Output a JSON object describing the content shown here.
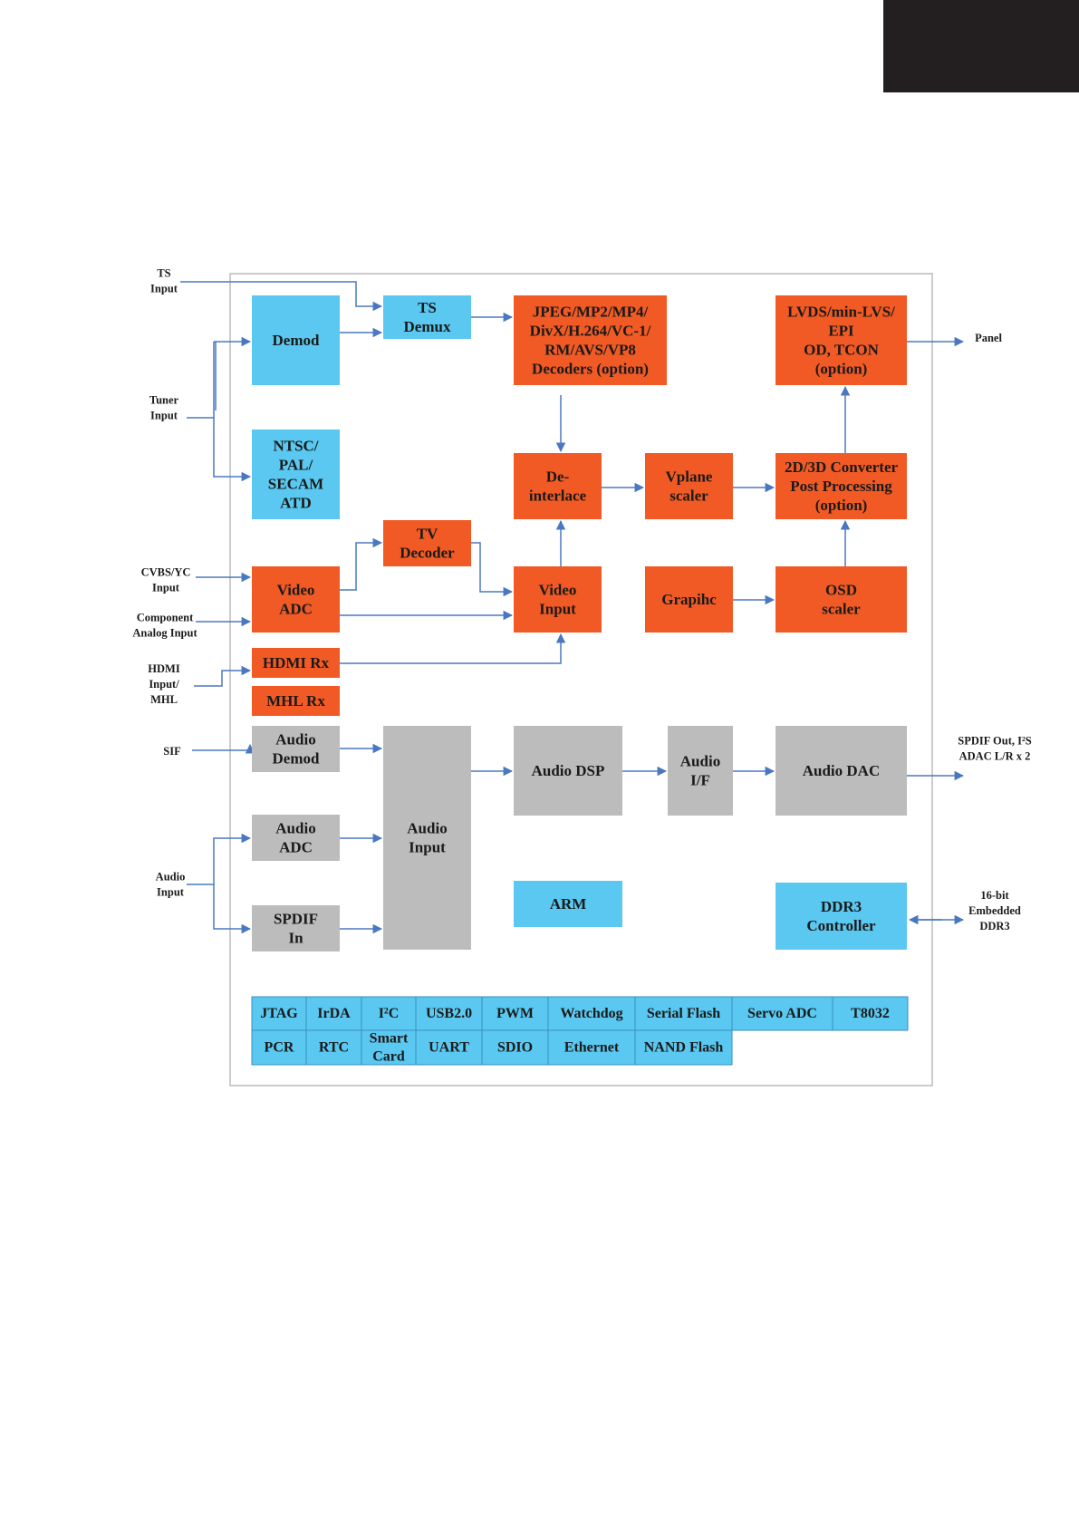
{
  "colors": {
    "blue_block": "#5ac8f0",
    "orange_block": "#f15a24",
    "gray_block": "#bcbcbc",
    "connector": "#4a78c0",
    "frame": "#bbbbbb",
    "corner_tab": "#231f20"
  },
  "blocks": [
    {
      "id": "demod",
      "color": "blue",
      "lines": [
        "Demod"
      ]
    },
    {
      "id": "ts-demux",
      "color": "blue",
      "lines": [
        "TS",
        "Demux"
      ]
    },
    {
      "id": "decoders",
      "color": "orange",
      "lines": [
        "JPEG/MP2/MP4/",
        "DivX/H.264/VC-1/",
        "RM/AVS/VP8",
        "Decoders (option)"
      ]
    },
    {
      "id": "lvds",
      "color": "orange",
      "lines": [
        "LVDS/min-LVS/",
        "EPI",
        "OD, TCON",
        "(option)"
      ]
    },
    {
      "id": "ntsc",
      "color": "blue",
      "lines": [
        "NTSC/",
        "PAL/",
        "SECAM",
        "ATD"
      ]
    },
    {
      "id": "deinterlace",
      "color": "orange",
      "lines": [
        "De-",
        "interlace"
      ]
    },
    {
      "id": "vplane",
      "color": "orange",
      "lines": [
        "Vplane",
        "scaler"
      ]
    },
    {
      "id": "converter",
      "color": "orange",
      "lines": [
        "2D/3D Converter",
        "Post Processing",
        "(option)"
      ]
    },
    {
      "id": "tv-decoder",
      "color": "orange",
      "lines": [
        "TV",
        "Decoder"
      ]
    },
    {
      "id": "video-adc",
      "color": "orange",
      "lines": [
        "Video",
        "ADC"
      ]
    },
    {
      "id": "video-input",
      "color": "orange",
      "lines": [
        "Video",
        "Input"
      ]
    },
    {
      "id": "graphic",
      "color": "orange",
      "lines": [
        "Grapihc"
      ]
    },
    {
      "id": "osd",
      "color": "orange",
      "lines": [
        "OSD",
        "scaler"
      ]
    },
    {
      "id": "hdmi-rx",
      "color": "orange",
      "lines": [
        "HDMI Rx"
      ]
    },
    {
      "id": "mhl-rx",
      "color": "orange",
      "lines": [
        "MHL Rx"
      ]
    },
    {
      "id": "audio-demod",
      "color": "gray",
      "lines": [
        "Audio",
        "Demod"
      ]
    },
    {
      "id": "audio-input",
      "color": "gray",
      "lines": [
        "Audio",
        "Input"
      ]
    },
    {
      "id": "audio-dsp",
      "color": "gray",
      "lines": [
        "Audio DSP"
      ]
    },
    {
      "id": "audio-if",
      "color": "gray",
      "lines": [
        "Audio",
        "I/F"
      ]
    },
    {
      "id": "audio-dac",
      "color": "gray",
      "lines": [
        "Audio DAC"
      ]
    },
    {
      "id": "audio-adc",
      "color": "gray",
      "lines": [
        "Audio",
        "ADC"
      ]
    },
    {
      "id": "spdif-in",
      "color": "gray",
      "lines": [
        "SPDIF",
        "In"
      ]
    },
    {
      "id": "arm",
      "color": "blue",
      "lines": [
        "ARM"
      ]
    },
    {
      "id": "ddr3-controller",
      "color": "blue",
      "lines": [
        "DDR3",
        "Controller"
      ]
    }
  ],
  "peripherals": [
    {
      "id": "jtag",
      "lines": [
        "JTAG"
      ]
    },
    {
      "id": "irda",
      "lines": [
        "IrDA"
      ]
    },
    {
      "id": "i2c",
      "lines": [
        "I²C"
      ]
    },
    {
      "id": "usb",
      "lines": [
        "USB2.0"
      ]
    },
    {
      "id": "pwm",
      "lines": [
        "PWM"
      ]
    },
    {
      "id": "watchdog",
      "lines": [
        "Watchdog"
      ]
    },
    {
      "id": "serial-flash",
      "lines": [
        "Serial Flash"
      ]
    },
    {
      "id": "servo-adc",
      "lines": [
        "Servo ADC"
      ]
    },
    {
      "id": "t8032",
      "lines": [
        "T8032"
      ]
    },
    {
      "id": "pcr",
      "lines": [
        "PCR"
      ]
    },
    {
      "id": "rtc",
      "lines": [
        "RTC"
      ]
    },
    {
      "id": "smart-card",
      "lines": [
        "Smart",
        "Card"
      ]
    },
    {
      "id": "uart",
      "lines": [
        "UART"
      ]
    },
    {
      "id": "sdio",
      "lines": [
        "SDIO"
      ]
    },
    {
      "id": "ethernet",
      "lines": [
        "Ethernet"
      ]
    },
    {
      "id": "nand-flash",
      "lines": [
        "NAND Flash"
      ]
    }
  ],
  "external_labels": [
    {
      "id": "ts-input",
      "lines": [
        "TS",
        "Input"
      ]
    },
    {
      "id": "tuner-input",
      "lines": [
        "Tuner",
        "Input"
      ]
    },
    {
      "id": "cvbs-input",
      "lines": [
        "CVBS/YC",
        "Input"
      ]
    },
    {
      "id": "component-input",
      "lines": [
        "Component",
        "Analog Input"
      ]
    },
    {
      "id": "hdmi-input",
      "lines": [
        "HDMI",
        "Input/",
        "MHL"
      ]
    },
    {
      "id": "sif",
      "lines": [
        "SIF"
      ]
    },
    {
      "id": "audio-input-ext",
      "lines": [
        "Audio",
        "Input"
      ]
    },
    {
      "id": "panel",
      "lines": [
        "Panel"
      ]
    },
    {
      "id": "spdif-out",
      "lines": [
        "SPDIF Out, I²S",
        "ADAC L/R x 2"
      ]
    },
    {
      "id": "ddr3-ext",
      "lines": [
        "16-bit",
        "Embedded",
        "DDR3"
      ]
    }
  ]
}
